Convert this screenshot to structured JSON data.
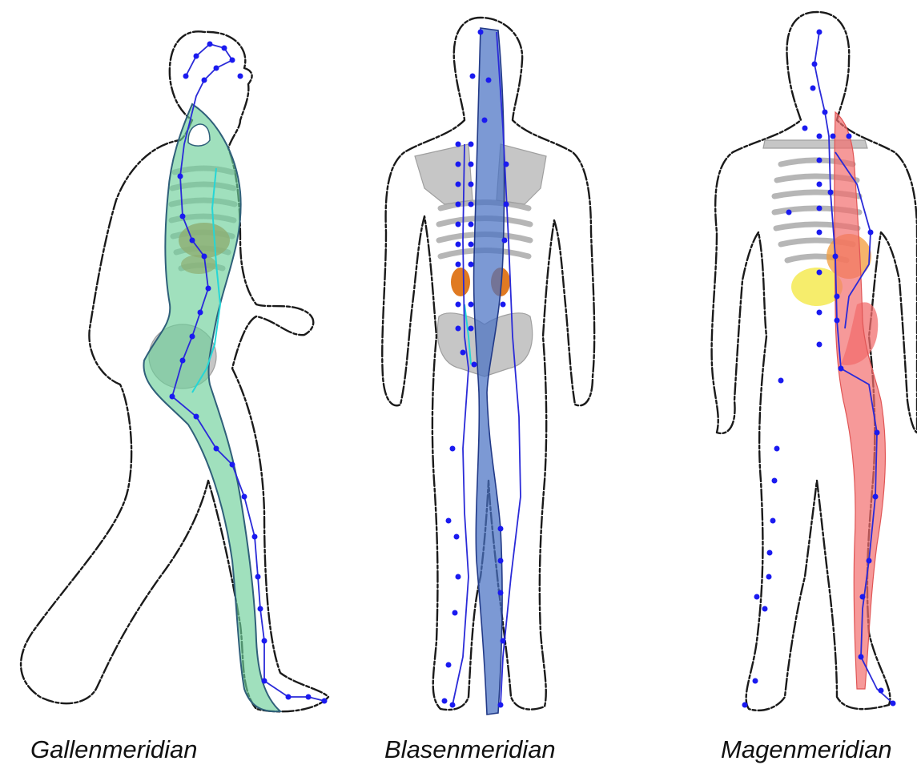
{
  "figures": [
    {
      "caption": "Gallenmeridian",
      "view": "side",
      "meridian_color": "#6dcf9a"
    },
    {
      "caption": "Blasenmeridian",
      "view": "back",
      "meridian_color": "#4a72c4"
    },
    {
      "caption": "Magenmeridian",
      "view": "front",
      "meridian_color": "#f26d6d"
    }
  ],
  "colors": {
    "acupoint": "#1a1af0",
    "skeleton": "#bdbdbd",
    "organ_orange": "#d9741b",
    "organ_yellow": "#f4ea52"
  },
  "icons": [
    "side-figure-illustration",
    "back-figure-illustration",
    "front-figure-illustration"
  ]
}
